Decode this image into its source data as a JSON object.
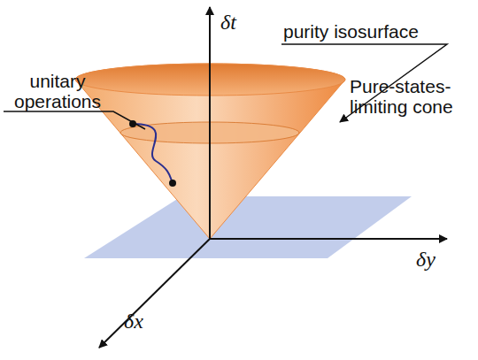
{
  "diagram": {
    "labels": [
      "δt",
      "purity isosurface",
      "unitary operations",
      "Pure-states- limiting cone",
      "δy",
      "δx"
    ]
  }
}
